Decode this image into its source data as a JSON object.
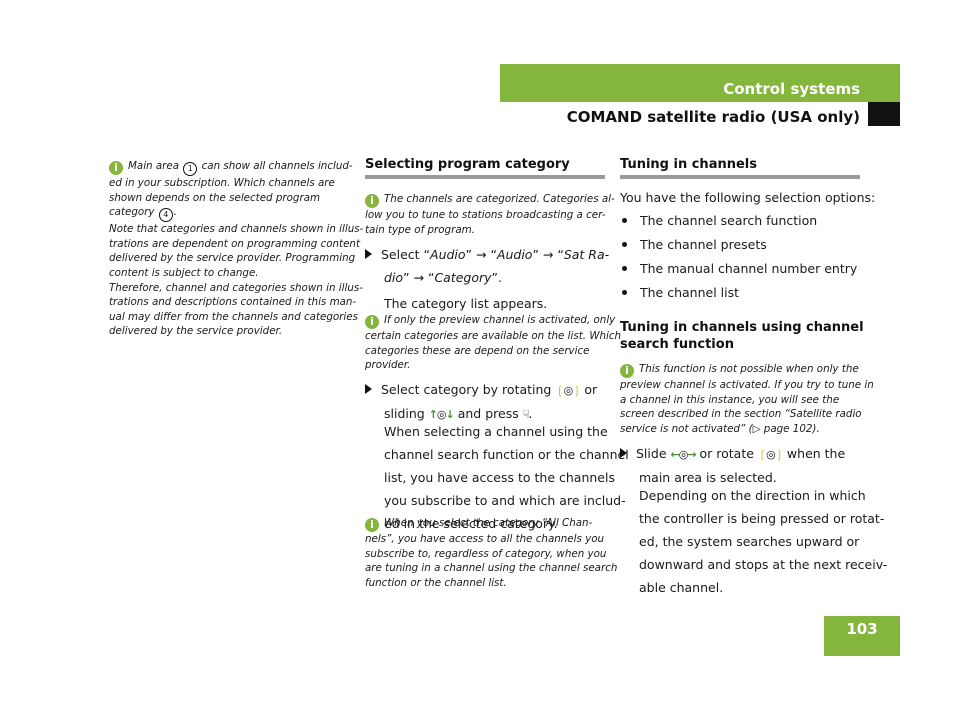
{
  "header": {
    "section": "Control systems",
    "subsection": "COMAND satellite radio (USA only)"
  },
  "page_number": "103",
  "col1": {
    "note_lines": [
      "Main area ",
      " can show all channels includ-",
      "ed in your subscription. Which channels are",
      "shown depends on the selected program",
      "category ",
      ".",
      "Note that categories and channels shown in illus-",
      "trations are dependent on programming content",
      "delivered by the service provider. Programming",
      "content is subject to change.",
      "Therefore, channel and categories shown in illus-",
      "trations and descriptions contained in this man-",
      "ual may differ from the channels and categories",
      "delivered by the service provider."
    ],
    "marker1": "1",
    "marker4": "4"
  },
  "col2": {
    "heading": "Selecting program category",
    "note1": [
      "The channels are categorized. Categories al-",
      "low you to tune to stations broadcasting a cer-",
      "tain type of program."
    ],
    "step1_prefix": "Select “",
    "step1_a": "Audio",
    "step1_b": "” → “",
    "step1_c": "Audio",
    "step1_d": "” → “",
    "step1_e": "Sat Ra-",
    "step1_f": "dio",
    "step1_g": "” → “",
    "step1_h": "Category",
    "step1_i": "”.",
    "result1": "The category list appears.",
    "note2": [
      "If only the preview channel is activated, only",
      "certain categories are available on the list. Which",
      "categories these are depend on the service",
      "provider."
    ],
    "step2_a": "Select category by rotating ",
    "step2_b": " or",
    "step2_c": "sliding ",
    "step2_d": " and press ",
    "step2_e": ".",
    "para": [
      "When selecting a channel using the",
      "channel search function or the channel",
      "list, you have access to the channels",
      "you subscribe to and which are includ-",
      "ed in the selected category."
    ],
    "note3": [
      "When you select the category “All Chan-",
      "nels”, you have access to all the channels you",
      "subscribe to, regardless of category, when you",
      "are tuning in a channel using the channel search",
      "function or the channel list."
    ]
  },
  "col3": {
    "heading": "Tuning in channels",
    "intro": "You have the following selection options:",
    "bullets": [
      "The channel search function",
      "The channel presets",
      "The manual channel number entry",
      "The channel list"
    ],
    "subheading": [
      "Tuning in channels using channel",
      "search function"
    ],
    "note": [
      "This function is not possible when only the",
      "preview channel is activated. If you try to tune in",
      "a channel in this instance, you will see the",
      "screen described in the section “Satellite radio",
      "service is not activated” (▷ page 102)."
    ],
    "step_a": "Slide ",
    "step_b": " or rotate ",
    "step_c": " when the",
    "step_d": "main area is selected.",
    "para": [
      "Depending on the direction in which",
      "the controller is being pressed or rotat-",
      "ed, the system searches upward or",
      "downward and stops at the next receiv-",
      "able channel."
    ]
  }
}
